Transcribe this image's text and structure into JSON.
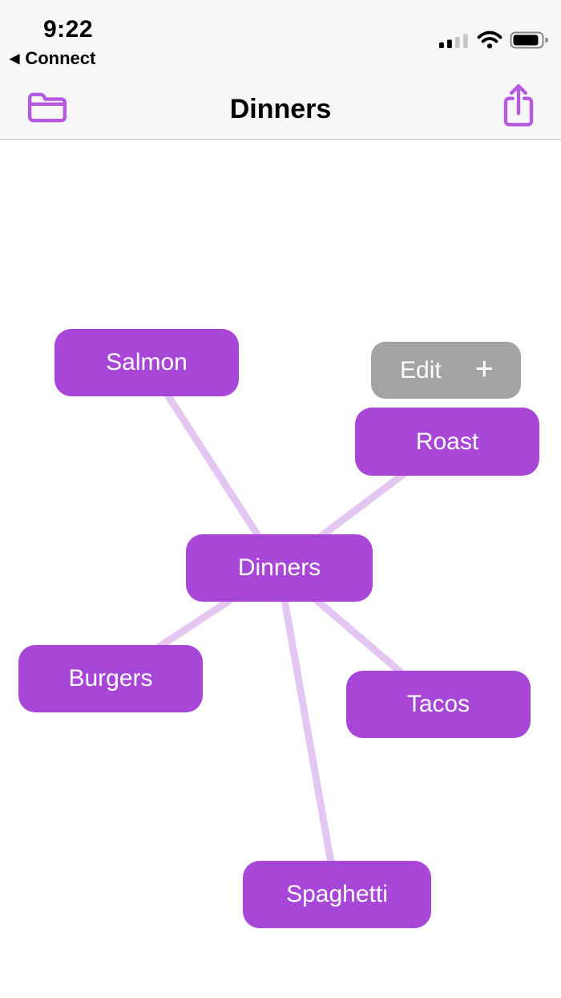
{
  "status_bar": {
    "time": "9:22",
    "back_to_app": {
      "arrow": "◀",
      "app_name": "Connect"
    },
    "icons": [
      "cellular-signal-2-of-4",
      "wifi-full",
      "battery-high"
    ]
  },
  "nav_bar": {
    "title": "Dinners",
    "left_icon": "folder-icon",
    "right_icon": "share-icon"
  },
  "mindmap": {
    "center_node": {
      "label": "Dinners"
    },
    "child_nodes": [
      {
        "label": "Salmon"
      },
      {
        "label": "Roast"
      },
      {
        "label": "Burgers"
      },
      {
        "label": "Tacos"
      },
      {
        "label": "Spaghetti"
      }
    ],
    "edit_toolbar": {
      "edit_label": "Edit",
      "add_label": "+"
    }
  },
  "colors": {
    "node_fill": "#a846d8",
    "branch_line": "#e3c6f1",
    "edit_button_fill": "#a5a2a6",
    "icon_accent": "#b55ae0",
    "chrome_background": "#f8f7f8"
  }
}
